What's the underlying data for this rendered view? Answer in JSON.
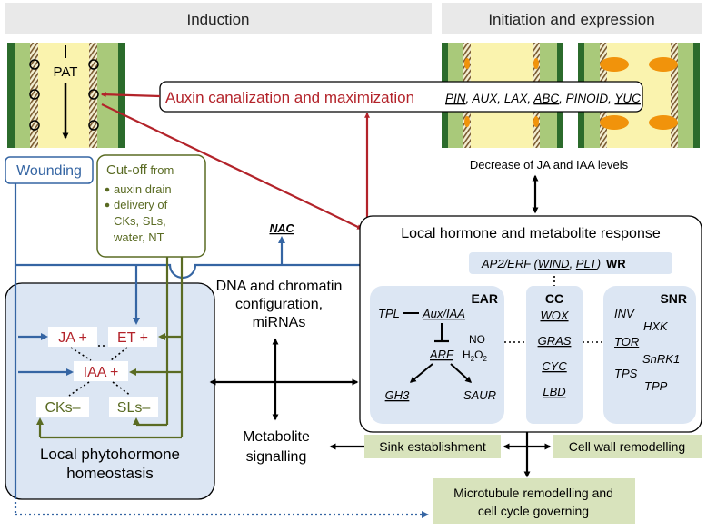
{
  "colors": {
    "red": "#b3232a",
    "blue": "#3565a3",
    "green": "#5a6b23",
    "black": "#000000",
    "panel_fill": "#dce6f3",
    "beige_fill": "#d8e3bc",
    "stem_yellow": "#faf3ae",
    "stem_green": "#a9c97a",
    "stem_dark": "#2b6b2b",
    "bud_orange": "#f1930b"
  },
  "headers": {
    "induction": "Induction",
    "initiation": "Initiation and expression"
  },
  "stem": {
    "pat_label": "PAT"
  },
  "auxin": {
    "title": "Auxin canalization and maximization",
    "genes": [
      {
        "text": "PIN",
        "sep": ", "
      },
      {
        "text": "AUX",
        "sep": ", "
      },
      {
        "text": "LAX",
        "sep": ", "
      },
      {
        "text": "ABC",
        "sep": ", "
      },
      {
        "text": "PINOID",
        "sep": ", "
      },
      {
        "text": "YUC",
        "sep": ""
      }
    ]
  },
  "decrease_text": "Decrease of JA and IAA levels",
  "wounding": "Wounding",
  "cutoff": {
    "title_main": "Cut-off",
    "title_from": " from",
    "bullet_1": "auxin drain",
    "bullet_2_line1": "delivery of",
    "bullet_2_line2": "CKs, SLs,",
    "bullet_2_line3": "water, NT"
  },
  "nac": "NAC",
  "local_response": {
    "title": "Local hormone and metabolite response",
    "ap2": {
      "pre": "AP2/ERF (",
      "wind": "WIND",
      "comma": ", ",
      "plt": "PLT",
      "post": ")",
      "wr": "WR"
    },
    "ear": {
      "label": "EAR",
      "tpl": "TPL",
      "auxiaa": "Aux/IAA",
      "no": "NO",
      "h2o2_h": "H",
      "h2o2_sub": "2",
      "h2o2_o": "O",
      "h2o2_sub2": "2",
      "arf": "ARF",
      "gh3": "GH3",
      "saur": "SAUR"
    },
    "cc": {
      "label": "CC",
      "items": [
        "WOX",
        "GRAS",
        "CYC",
        "LBD"
      ]
    },
    "snr": {
      "label": "SNR",
      "inv": "INV",
      "hxk": "HXK",
      "tor": "TOR",
      "snrk1": "SnRK1",
      "tps": "TPS",
      "tpp": "TPP"
    }
  },
  "dna_text": {
    "line1": "DNA and chromatin",
    "line2": "configuration,",
    "line3": "miRNAs"
  },
  "metabolite_text": {
    "line1": "Metabolite",
    "line2": "signalling"
  },
  "sink": "Sink establishment",
  "cell_wall": "Cell wall remodelling",
  "microtubule": {
    "line1": "Microtubule remodelling and",
    "line2": "cell cycle governing"
  },
  "homeostasis": {
    "ja": "JA +",
    "et": "ET +",
    "iaa": "IAA +",
    "cks": "CKs–",
    "sls": "SLs–",
    "title_line1": "Local phytohormone",
    "title_line2": "homeostasis"
  }
}
